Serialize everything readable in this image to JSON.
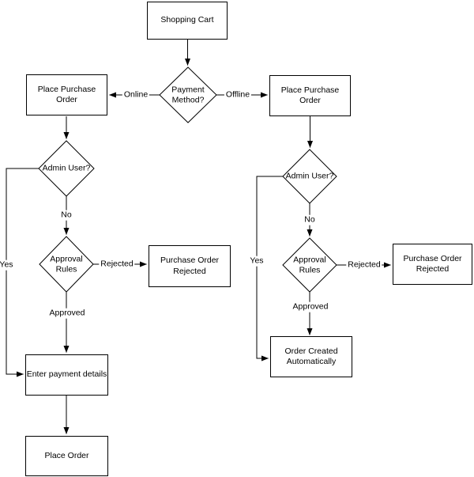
{
  "colors": {
    "stroke": "#000000",
    "fill": "#ffffff",
    "text": "#000000",
    "background": "#ffffff"
  },
  "diagram": {
    "type": "flowchart",
    "nodes": {
      "shopping_cart": {
        "shape": "rect",
        "label": "Shopping Cart"
      },
      "payment_method": {
        "shape": "diamond",
        "label": "Payment Method?"
      },
      "ppo_left": {
        "shape": "rect",
        "label": "Place Purchase Order"
      },
      "ppo_right": {
        "shape": "rect",
        "label": "Place Purchase Order"
      },
      "admin_left": {
        "shape": "diamond",
        "label": "Admin User?"
      },
      "admin_right": {
        "shape": "diamond",
        "label": "Admin User?"
      },
      "approval_left": {
        "shape": "diamond",
        "label": "Approval Rules"
      },
      "approval_right": {
        "shape": "diamond",
        "label": "Approval Rules"
      },
      "por_left": {
        "shape": "rect",
        "label": "Purchase Order Rejected"
      },
      "por_right": {
        "shape": "rect",
        "label": "Purchase Order Rejected"
      },
      "enter_payment": {
        "shape": "rect",
        "label": "Enter payment details"
      },
      "place_order": {
        "shape": "rect",
        "label": "Place Order"
      },
      "order_created": {
        "shape": "rect",
        "label": "Order Created Automatically"
      }
    },
    "edges": [
      {
        "from": "shopping_cart",
        "to": "payment_method",
        "label": ""
      },
      {
        "from": "payment_method",
        "to": "ppo_left",
        "label": "Online"
      },
      {
        "from": "payment_method",
        "to": "ppo_right",
        "label": "Offline"
      },
      {
        "from": "ppo_left",
        "to": "admin_left",
        "label": ""
      },
      {
        "from": "admin_left",
        "to": "approval_left",
        "label": "No"
      },
      {
        "from": "admin_left",
        "to": "enter_payment",
        "label": "Yes"
      },
      {
        "from": "approval_left",
        "to": "por_left",
        "label": "Rejected"
      },
      {
        "from": "approval_left",
        "to": "enter_payment",
        "label": "Approved"
      },
      {
        "from": "enter_payment",
        "to": "place_order",
        "label": ""
      },
      {
        "from": "ppo_right",
        "to": "admin_right",
        "label": ""
      },
      {
        "from": "admin_right",
        "to": "approval_right",
        "label": "No"
      },
      {
        "from": "admin_right",
        "to": "order_created",
        "label": "Yes"
      },
      {
        "from": "approval_right",
        "to": "por_right",
        "label": "Rejected"
      },
      {
        "from": "approval_right",
        "to": "order_created",
        "label": "Approved"
      }
    ]
  }
}
